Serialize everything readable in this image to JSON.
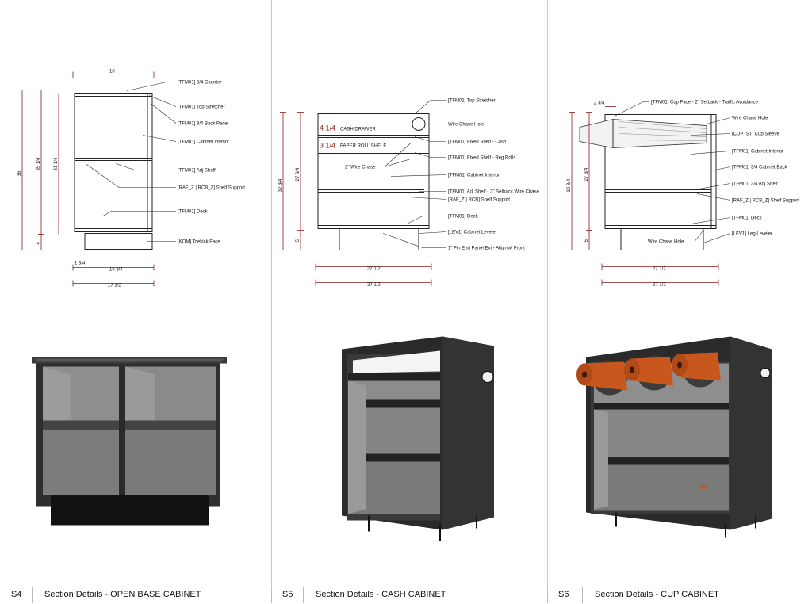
{
  "panels": [
    {
      "code": "S4",
      "title": "Section Details - OPEN BASE CABINET",
      "dims": {
        "top": "18",
        "h_outer": "36",
        "h_mid": "35 1/4",
        "h_inner": "31 1/4",
        "toe": "4",
        "toe_small": "1 3/4",
        "base_inner": "15 3/4",
        "base_outer": "17 1/2"
      },
      "callouts": [
        "[TFM01] 3/4 Counter",
        "[TFM01] Top Stretcher",
        "[TFM01] 3/4 Back Panel",
        "[TFM01] Cabinet Interior",
        "[TFM01] Adj Shelf",
        "[RAF_Z | RCB_Z] Shelf Support",
        "[TFM01] Deck",
        "[KOM] Toekick Face"
      ]
    },
    {
      "code": "S5",
      "title": "Section Details - CASH CABINET",
      "dims": {
        "h_outer": "32 3/4",
        "h_inner": "27 3/4",
        "leg": "5",
        "drawer": "4 1/4",
        "roll": "3 1/4",
        "width_a": "27 1/2",
        "width_b": "27 1/2"
      },
      "labels": {
        "drawer": "CASH DRAWER",
        "roll": "PAPER ROLL SHELF",
        "wire": "2\" Wire Chase"
      },
      "callouts": [
        "[TFM01] Top Stretcher",
        "Wire Chase Hole",
        "[TFM01] Fixed Shelf - Cash",
        "[TFM01] Fixed Shelf - Reg Rolls",
        "[TFM01] Cabinet Interior",
        "[TFM01] Adj Shelf - 2\" Setback Wire Chase",
        "[RAF_Z | RCB] Shelf Support",
        "[TFM01] Deck",
        "[LEV1] Cabinet Leveler",
        "1\" Fin End Panel Ext - Align w/ Front"
      ]
    },
    {
      "code": "S6",
      "title": "Section Details - CUP CABINET",
      "dims": {
        "top_small": "2 3/4",
        "h_outer": "32 3/4",
        "h_inner": "27 3/4",
        "leg": "5",
        "width_a": "27 1/2",
        "width_b": "27 1/2"
      },
      "labels": {
        "wire_hole": "Wire Chase Hole"
      },
      "callouts": [
        "[TFM01] Cup Face - 2\" Setback - Traffic Avoidance",
        "Wire Chase Hole",
        "[CUP_ST] Cup Sleeve",
        "[TFM01] Cabinet Interior",
        "[TFM01] 3/4 Cabinet Back",
        "[TFM01] 3/4 Adj Shelf",
        "[RAF_Z | RCB_Z] Shelf Support",
        "[TFM01] Deck",
        "[LEV1] Leg Leveler"
      ]
    }
  ],
  "colors": {
    "line": "#222222",
    "dim": "#8b1a1a",
    "cab_dark": "#2e2e2e",
    "cab_mid": "#4a4a4a",
    "cab_interior": "#8a8a8a",
    "cup": "#c8571e"
  }
}
